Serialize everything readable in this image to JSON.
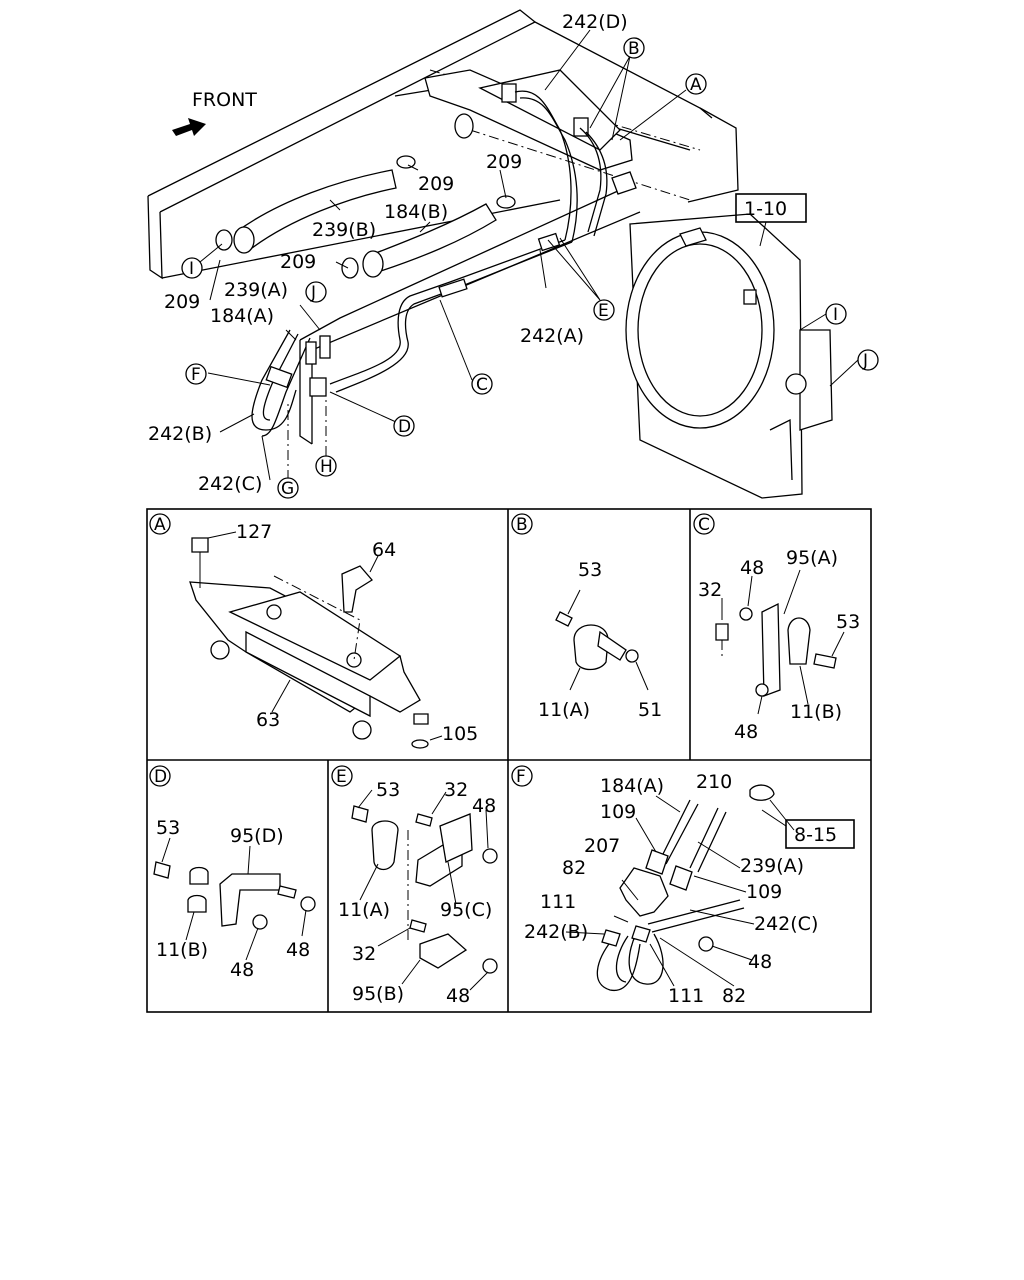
{
  "front_label": "FRONT",
  "main": {
    "callouts": {
      "p242D": "242(D)",
      "p209a": "209",
      "p209b": "209",
      "p209c": "209",
      "p209d": "209",
      "p184B": "184(B)",
      "p239B": "239(B)",
      "p239A": "239(A)",
      "p184A": "184(A)",
      "p242A": "242(A)",
      "p242B": "242(B)",
      "p242C": "242(C)",
      "ref110": "1-10"
    },
    "markers": {
      "B": "B",
      "A": "A",
      "E": "E",
      "C": "C",
      "D": "D",
      "F": "F",
      "G": "G",
      "H": "H",
      "I1": "I",
      "J1": "J",
      "I2": "I",
      "J2": "J"
    }
  },
  "panels": {
    "A": {
      "tag": "A",
      "labels": {
        "p127": "127",
        "p64": "64",
        "p63": "63",
        "p105": "105"
      }
    },
    "B": {
      "tag": "B",
      "labels": {
        "p53": "53",
        "p11A": "11(A)",
        "p51": "51"
      }
    },
    "C": {
      "tag": "C",
      "labels": {
        "p48a": "48",
        "p95A": "95(A)",
        "p32": "32",
        "p53": "53",
        "p48b": "48",
        "p11B": "11(B)"
      }
    },
    "D": {
      "tag": "D",
      "labels": {
        "p53": "53",
        "p95D": "95(D)",
        "p11B": "11(B)",
        "p48a": "48",
        "p48b": "48"
      }
    },
    "E": {
      "tag": "E",
      "labels": {
        "p53": "53",
        "p32a": "32",
        "p48a": "48",
        "p11A": "11(A)",
        "p95C": "95(C)",
        "p32b": "32",
        "p95B": "95(B)",
        "p48b": "48"
      }
    },
    "F": {
      "tag": "F",
      "labels": {
        "p184A": "184(A)",
        "p210": "210",
        "p109a": "109",
        "ref815": "8-15",
        "p207": "207",
        "p239A": "239(A)",
        "p82a": "82",
        "p109b": "109",
        "p111a": "111",
        "p242C": "242(C)",
        "p242B": "242(B)",
        "p48": "48",
        "p111b": "111",
        "p82b": "82"
      }
    }
  }
}
